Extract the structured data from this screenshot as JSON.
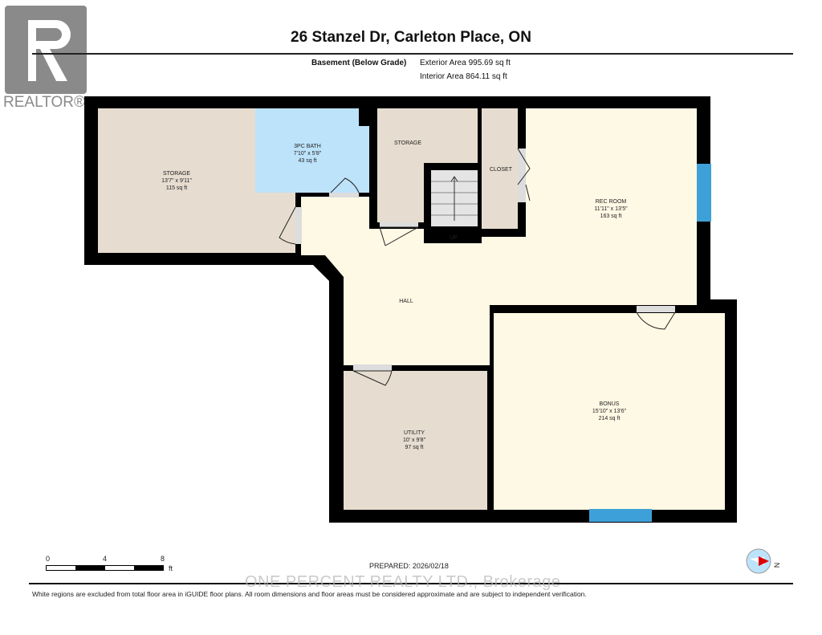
{
  "header": {
    "title": "26 Stanzel Dr, Carleton Place, ON",
    "level": "Basement (Below Grade)",
    "exterior_area": "Exterior Area 995.69 sq ft",
    "interior_area": "Interior Area 864.11 sq ft"
  },
  "logo": {
    "text": "REALTOR®"
  },
  "rooms": [
    {
      "name": "STORAGE",
      "dims": "13'7\" x 9'11\"",
      "area": "115 sq ft"
    },
    {
      "name": "3PC BATH",
      "dims": "7'10\" x 5'8\"",
      "area": "43 sq ft"
    },
    {
      "name": "STORAGE"
    },
    {
      "name": "CLOSET"
    },
    {
      "name": "REC ROOM",
      "dims": "11'11\" x 13'5\"",
      "area": "163 sq ft"
    },
    {
      "name": "HALL"
    },
    {
      "name": "UP"
    },
    {
      "name": "BONUS",
      "dims": "15'10\" x 13'6\"",
      "area": "214 sq ft"
    },
    {
      "name": "UTILITY",
      "dims": "10' x 9'8\"",
      "area": "97 sq ft"
    }
  ],
  "footer": {
    "scale": [
      "0",
      "4",
      "8"
    ],
    "scale_unit": "ft",
    "prepared": "PREPARED: 2026/02/18",
    "compass": "N",
    "watermark": "ONE PERCENT REALTY LTD., Brokerage",
    "disclaimer": "White regions are excluded from total floor area in iGUIDE floor plans. All room dimensions and floor areas must be considered approximate and are subject to independent verification."
  },
  "colors": {
    "wall": "#000000",
    "storage": "#e6ddd0",
    "bath": "#bde3fb",
    "hall": "#fef9e4",
    "window": "#3ea0d8"
  }
}
